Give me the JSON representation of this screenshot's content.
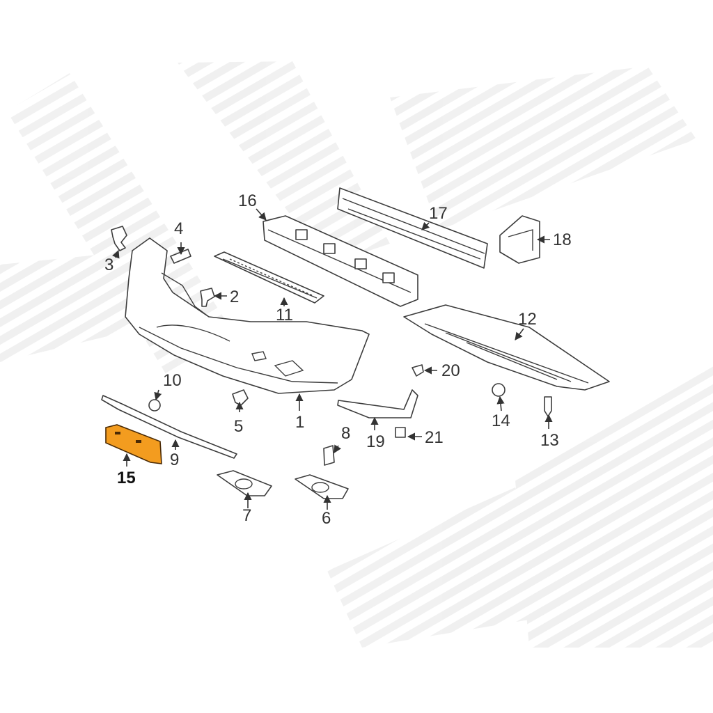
{
  "diagram": {
    "highlight_color": "#f39c1f",
    "highlighted_part": "15",
    "callouts": {
      "c1": "1",
      "c2": "2",
      "c3": "3",
      "c4": "4",
      "c5": "5",
      "c6": "6",
      "c7": "7",
      "c8": "8",
      "c9": "9",
      "c10": "10",
      "c11": "11",
      "c12": "12",
      "c13": "13",
      "c14": "14",
      "c15": "15",
      "c16": "16",
      "c17": "17",
      "c18": "18",
      "c19": "19",
      "c20": "20",
      "c21": "21"
    }
  }
}
